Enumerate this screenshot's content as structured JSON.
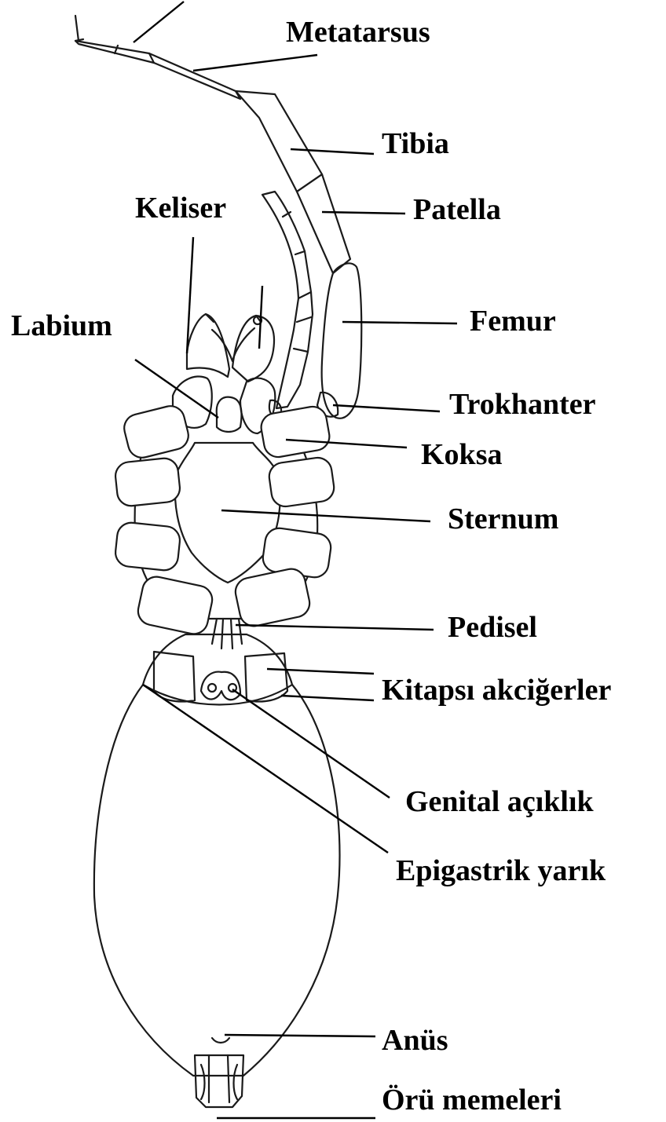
{
  "labels": {
    "metatarsus": "Metatarsus",
    "tibia": "Tibia",
    "keliser": "Keliser",
    "patella": "Patella",
    "labium": "Labium",
    "femur": "Femur",
    "trokhanter": "Trokhanter",
    "koksa": "Koksa",
    "sternum": "Sternum",
    "pedisel": "Pedisel",
    "kitapsi": "Kitapsı akciğerler",
    "genital": "Genital açıklık",
    "epigastrik": "Epigastrik yarık",
    "anus": "Anüs",
    "oru": "Örü memeleri"
  },
  "colors": {
    "line": "#1a1a1a",
    "text": "#000000",
    "background": "#ffffff"
  }
}
